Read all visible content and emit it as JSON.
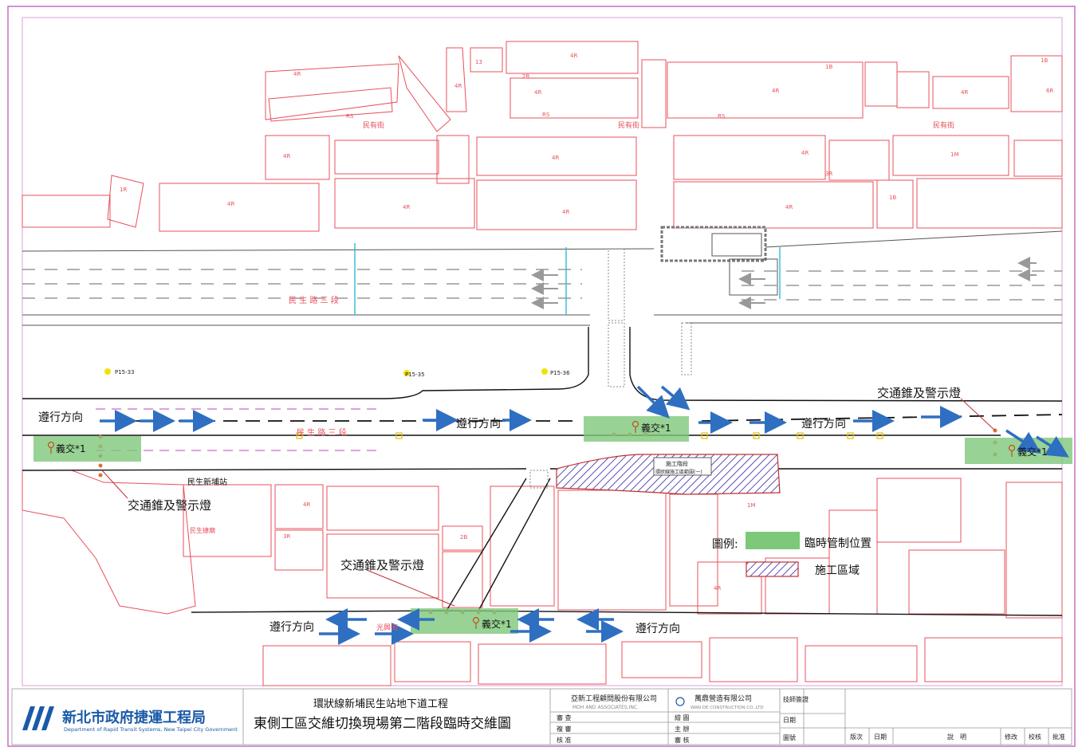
{
  "plan": {
    "streets": {
      "minyou_left": "民有街",
      "minyou_mid": "民有街",
      "minyou_right": "民有街",
      "minsheng_north": "民 生 路 三 段",
      "minsheng_south": "民 生 路 三 段",
      "guangxing": "光興街"
    },
    "buildings": {
      "b_4r_a": "4R",
      "b_4r_b": "4R",
      "b_4r_c": "4R",
      "b_4r_d": "4R",
      "b_4r_e": "4R",
      "b_4r_f": "4R",
      "b_4r_g": "4R",
      "b_4r_h": "4R",
      "b_4r_i": "4R",
      "b_4r_j": "4R",
      "b_4r_k": "4R",
      "b_4r_l": "4R",
      "b_4r_m": "4R",
      "b_4r_n": "4R",
      "b_4r_o": "4R",
      "b_1b_a": "1B",
      "b_1b_b": "1B",
      "b_1b_c": "1B",
      "b_1m_a": "1M",
      "b_1m_b": "1M",
      "b_3r_a": "3R",
      "b_3r_b": "3R",
      "b_2r_a": "2R",
      "b_2b": "2B",
      "b_13": "13",
      "b_rs_a": "RS",
      "b_rs_b": "RS",
      "b_rs_c": "RS",
      "b_6r": "6R",
      "b_1r": "1R"
    },
    "poles": {
      "p33": "P15-33",
      "p35": "P15-35",
      "p36": "P15-36"
    },
    "station_name": "民生新埔站",
    "temple": "民生捷廟",
    "work_box_label": "施工階段",
    "work_box_sub": "環狀線施工區範圍(一)",
    "annotations": {
      "direction_nw": "遵行方向",
      "direction_center": "遵行方向",
      "direction_ne": "遵行方向",
      "direction_sw": "遵行方向",
      "direction_se": "遵行方向",
      "cones_ne": "交通錐及警示燈",
      "cones_w": "交通錐及警示燈",
      "cones_s": "交通錐及警示燈",
      "guard_w": "義交*1",
      "guard_center": "義交*1",
      "guard_e": "義交*1",
      "guard_s": "義交*1"
    },
    "legend": {
      "title": "圖例:",
      "control_label": "臨時管制位置",
      "work_label": "施工區域"
    }
  },
  "title_block": {
    "org_name": "新北市政府捷運工程局",
    "org_name_en": "Department of Rapid Transit Systems, New Taipei City Government",
    "project": "環狀線新埔民生站地下道工程",
    "drawing_title": "東側工區交維切換現場第二階段臨時交維圖",
    "consultant": "亞新工程顧問股份有限公司",
    "consultant_en": "MOH AND ASSOCIATES,INC.",
    "contractor": "萬鼎營造有限公司",
    "contractor_en": "WAN DE CONSTRUCTION CO.,LTD",
    "review_labels": [
      "審 查",
      "複 審",
      "核 准"
    ],
    "draft_labels": [
      "繪 圖",
      "主 辦",
      "審 核"
    ],
    "meta_labels": [
      "技師簽證",
      "日期",
      "圖號"
    ],
    "revision_headers": [
      "版次",
      "日期",
      "說　明",
      "修改",
      "校核",
      "批准"
    ]
  },
  "colors": {
    "building_line": "#e8505b",
    "guard_zone": "#7ec87a",
    "arrow": "#2f6fc1",
    "work_hatch": "#5a4fb5",
    "border": "#c66fc6"
  }
}
